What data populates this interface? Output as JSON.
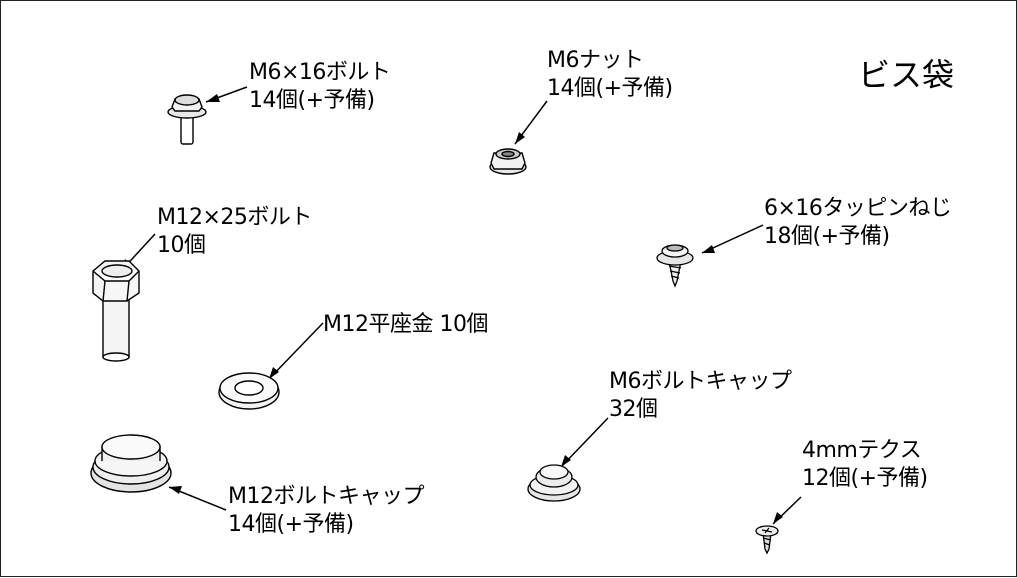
{
  "title": "ビス袋",
  "parts": {
    "m6_bolt": {
      "name": "M6×16ボルト",
      "qty": "14個(+予備)"
    },
    "m6_nut": {
      "name": "M6ナット",
      "qty": "14個(+予備)"
    },
    "m12_bolt": {
      "name": "M12×25ボルト",
      "qty": "10個"
    },
    "tapping_screw": {
      "name": "6×16タッピンねじ",
      "qty": "18個(+予備)"
    },
    "m12_washer": {
      "name": "M12平座金 10個"
    },
    "m6_cap": {
      "name": "M6ボルトキャップ",
      "qty": "32個"
    },
    "m12_cap": {
      "name": "M12ボルトキャップ",
      "qty": "14個(+予備)"
    },
    "tex_screw": {
      "name": "4mmテクス",
      "qty": "12個(+予備)"
    }
  }
}
